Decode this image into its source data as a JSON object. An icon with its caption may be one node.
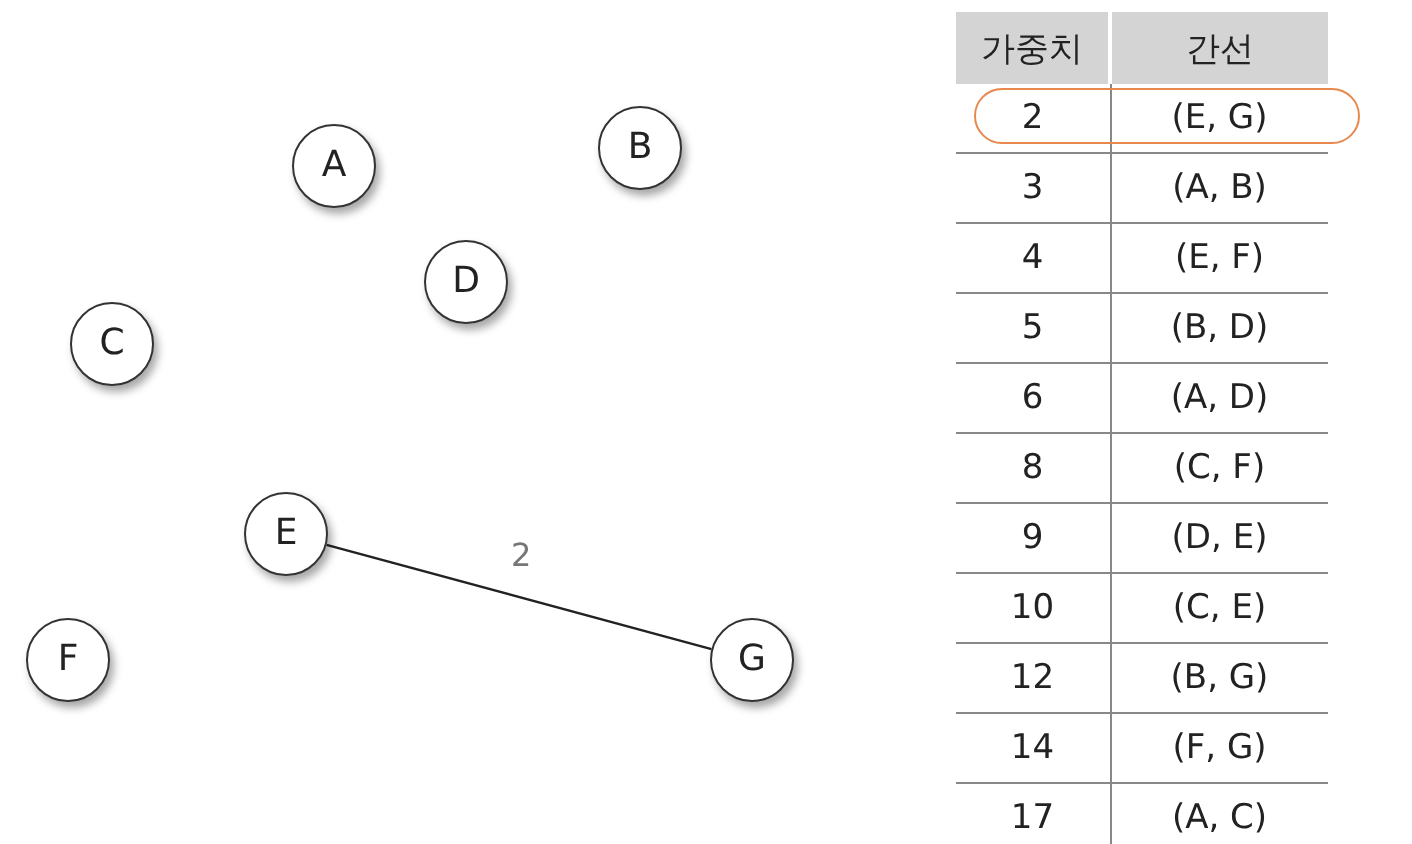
{
  "diagram": {
    "nodes": [
      {
        "text": [
          "A"
        ]
      },
      {
        "text": [
          "B"
        ]
      },
      {
        "text": [
          "D"
        ]
      },
      {
        "text": [
          "C"
        ]
      },
      {
        "text": [
          "E"
        ]
      },
      {
        "text": [
          "F"
        ]
      },
      {
        "text": [
          "G"
        ]
      }
    ],
    "edges": [
      {
        "from": 4,
        "to": 6,
        "arrow": "none",
        "label": "2"
      }
    ],
    "labels": [
      "가중치",
      "간선",
      "2",
      "(E, G)",
      "3",
      "(A, B)",
      "4",
      "(E, F)",
      "5",
      "(B, D)",
      "6",
      "(A, D)",
      "8",
      "(C, F)",
      "9",
      "(D, E)",
      "10",
      "(C, E)",
      "12",
      "(B, G)",
      "14",
      "(F, G)",
      "17",
      "(A, C)"
    ]
  }
}
